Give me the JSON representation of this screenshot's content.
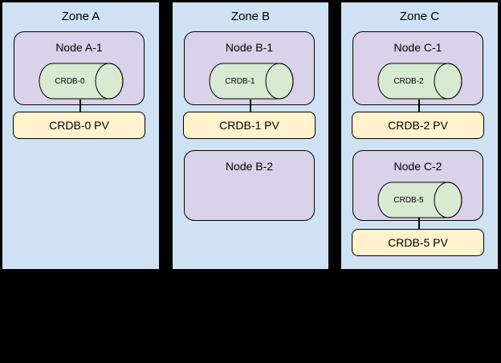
{
  "canvas": {
    "background": "#000000"
  },
  "colors": {
    "canvas_bg": "#000000",
    "zone_fill": "#cfe2f3",
    "node_fill": "#d9d2e9",
    "disk_fill": "#d9ead3",
    "pv_fill": "#fff2cc",
    "stroke": "#000000",
    "text": "#000000"
  },
  "zones": [
    {
      "label": "Zone A",
      "nodes": [
        {
          "label": "Node A-1",
          "disk": "CRDB-0",
          "pv": "CRDB-0 PV"
        }
      ]
    },
    {
      "label": "Zone B",
      "nodes": [
        {
          "label": "Node B-1",
          "disk": "CRDB-1",
          "pv": "CRDB-1 PV"
        },
        {
          "label": "Node B-2"
        }
      ]
    },
    {
      "label": "Zone C",
      "nodes": [
        {
          "label": "Node C-1",
          "disk": "CRDB-2",
          "pv": "CRDB-2 PV"
        },
        {
          "label": "Node C-2",
          "disk": "CRDB-5",
          "pv": "CRDB-5 PV"
        }
      ]
    }
  ]
}
